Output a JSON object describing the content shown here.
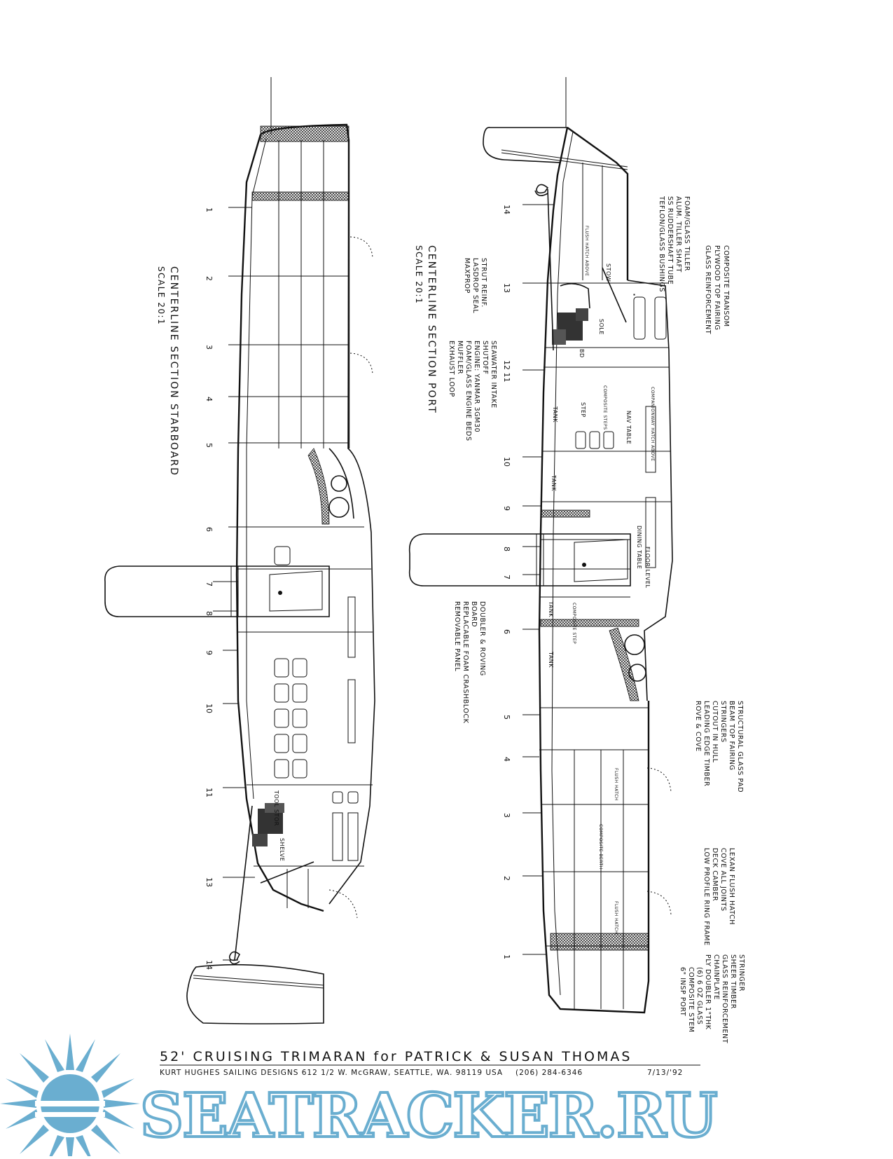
{
  "drawing": {
    "starboard_view": {
      "title": "CENTERLINE SECTION  STARBOARD",
      "scale": "SCALE 20:1",
      "stations": [
        "1",
        "2",
        "3",
        "4",
        "5",
        "6",
        "7",
        "8",
        "9",
        "10",
        "11",
        "13",
        "14"
      ],
      "labels": {
        "tool_stor": "TOOL STOR",
        "shelve": "SHELVE"
      }
    },
    "port_view": {
      "title": "CENTERLINE SECTION  PORT",
      "scale": "SCALE 20:1",
      "stations": [
        "14",
        "13",
        "12 11",
        "10",
        "9",
        "8",
        "7",
        "6",
        "5",
        "4",
        "3",
        "2",
        "1"
      ],
      "labels": {
        "sole": "SOLE",
        "stow": "STOW",
        "bd": "BD",
        "step": "STEP",
        "composite_steps": "COMPOSITE STEPS",
        "composite_step": "COMPOSITE STEP",
        "companionway_hatch_above": "COMPANIONWAY HATCH ABOVE",
        "nav_table": "NAV TABLE",
        "dining_table": "DINING TABLE",
        "floor_level": "FLOOR LEVEL",
        "tank_1": "TANK",
        "tank_2": "TANK",
        "tank_3": "TANK",
        "tank_4": "TANK",
        "flush_hatch_above": "FLUSH HATCH ABOVE",
        "flush_hatch_1": "FLUSH HATCH",
        "flush_hatch_2": "FLUSH HATCH",
        "composite_berth": "COMPOSITE BERTH"
      }
    },
    "notes": {
      "transom": [
        "COMPOSITE TRANSOM",
        "PLYWOOD TOP FAIRING",
        "GLASS REINFORCEMENT"
      ],
      "tiller": [
        "FOAM/GLASS TILLER",
        "ALUM. TILLER SHAFT",
        "SS RUDDERSHAFT TUBE",
        "TEFLON/GLASS BUSHINGS"
      ],
      "strut": [
        "STRUT REINF.",
        "LASDROP SEAL",
        "MAXPROP"
      ],
      "engine": [
        "SEAWATER INTAKE",
        "SHUTOFF",
        "ENGINE: YANMAR 3GM30",
        "FOAM/GLASS ENGINE BEDS",
        "MUFFLER",
        "EXHAUST LOOP"
      ],
      "doubler": [
        "DOUBLER & ROVING",
        "BOARD",
        "REPLACABLE FOAM CRASHBLOCK",
        "REMOVABLE PANEL"
      ],
      "structural": [
        "STRUCTURAL GLASS PAD",
        "BEAM TOP FAIRING",
        "STRINGERS",
        "CUTOUT IN HULL",
        "LEADING EDGE TIMBER",
        "ROVE & COVE"
      ],
      "lexan": [
        "LEXAN FLUSH HATCH",
        "COVE ALL JOINTS",
        "DECK CAMBER",
        "LOW PROFILE RING FRAME"
      ],
      "stem": [
        "STRINGER",
        "SHEER TIMBER",
        "GLASS REINFORCEMENT",
        "CHAINPLATE",
        "PLY DOUBLER 1\"THK",
        "(6) 6 OZ GLASS",
        "COMPOSITE STEM",
        "6\" INSP PORT"
      ]
    }
  },
  "title_block": {
    "title": "52' CRUISING TRIMARAN for PATRICK & SUSAN THOMAS",
    "designer": "KURT HUGHES SAILING DESIGNS 612 1/2 W. McGRAW, SEATTLE, WA. 98119 USA",
    "phone": "(206) 284-6346",
    "date": "7/13/'92"
  },
  "watermark": {
    "text": "SEATRACKER.RU",
    "color": "#6aaed0"
  }
}
